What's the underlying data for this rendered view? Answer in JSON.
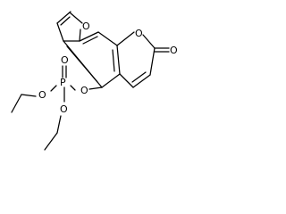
{
  "structure": {
    "atoms": {
      "furan_o": "O",
      "lactone_o": "O",
      "carbonyl_o": "O",
      "phosphoryl_o": "O",
      "p": "P",
      "ester_o_link": "O",
      "ester_o_upper": "O",
      "ester_o_lower": "O"
    }
  }
}
